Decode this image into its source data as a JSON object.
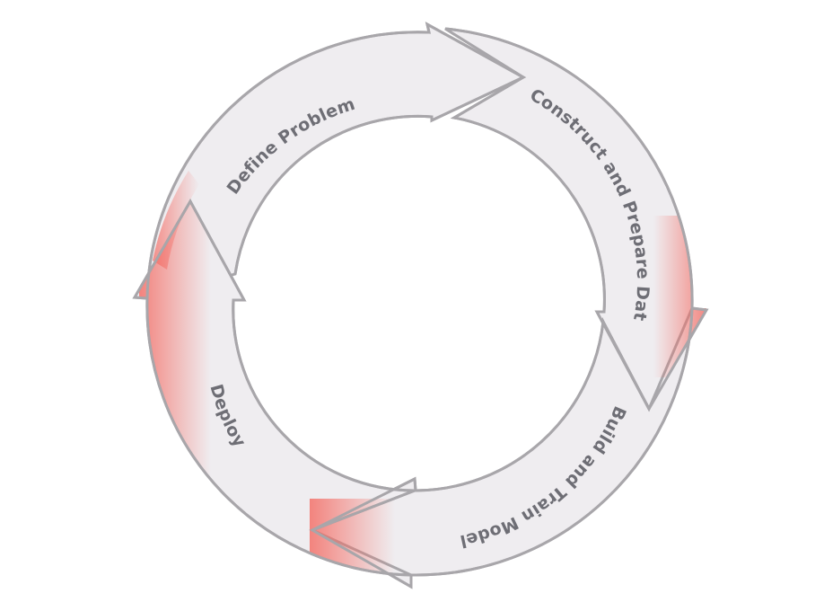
{
  "diagram": {
    "type": "cycle",
    "steps": [
      {
        "label": "Define Problem"
      },
      {
        "label": "Construct and Prepare Data"
      },
      {
        "label": "Build and Train Model"
      },
      {
        "label": "Deploy"
      }
    ],
    "colors": {
      "arrow_fill": "#efedf0",
      "arrow_stroke": "#a8a6aa",
      "highlight": "#f46a62",
      "label": "#6e6e75"
    }
  }
}
